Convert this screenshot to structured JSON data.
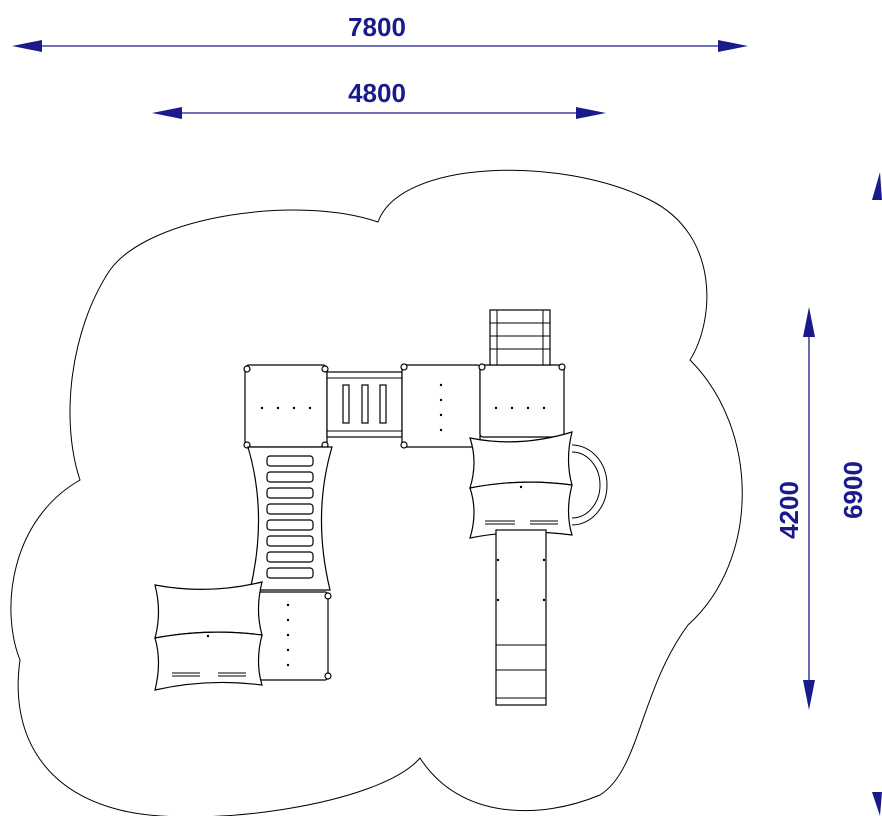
{
  "dimensions": {
    "overall_width": "7800",
    "structure_width": "4800",
    "structure_depth": "4200",
    "overall_depth": "6900"
  },
  "colors": {
    "dimension": "#1a1a8c",
    "line": "#000000",
    "background": "#ffffff"
  }
}
